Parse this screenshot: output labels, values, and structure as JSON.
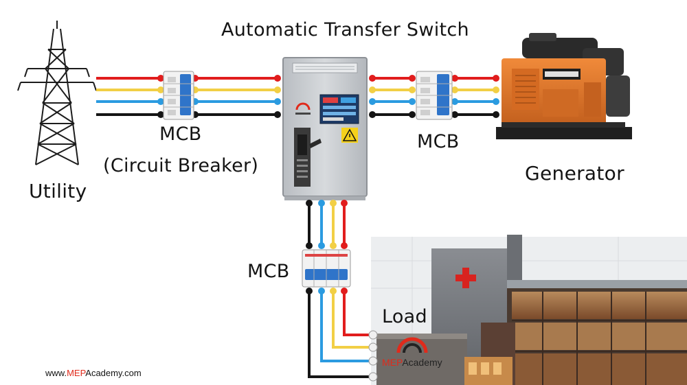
{
  "title": "Automatic Transfer Switch",
  "labels": {
    "mcb_utility": "MCB",
    "circuit_breaker": "(Circuit Breaker)",
    "utility": "Utility",
    "mcb_generator": "MCB",
    "generator": "Generator",
    "mcb_load": "MCB",
    "load": "Load"
  },
  "footer": {
    "website_prefix": "www.",
    "website_accent": "MEP",
    "website_suffix": "Academy.com",
    "brand_accent": "MEP",
    "brand_suffix": "Academy"
  },
  "colors": {
    "wire_red": "#e11d1d",
    "wire_yellow": "#f2cf45",
    "wire_blue": "#2b9be0",
    "wire_black": "#151515",
    "breaker_blue": "#2f74c9",
    "cabinet_gray": "#c9cdd2",
    "generator_orange": "#e0772a",
    "cross_red": "#d8231f",
    "accent_red": "#e02a1b"
  },
  "icons": [
    "transmission-tower-icon",
    "circuit-breaker-icon",
    "transfer-switch-cabinet-icon",
    "generator-icon",
    "hospital-building-icon",
    "warning-icon",
    "medical-cross-icon",
    "mep-logo-icon"
  ]
}
